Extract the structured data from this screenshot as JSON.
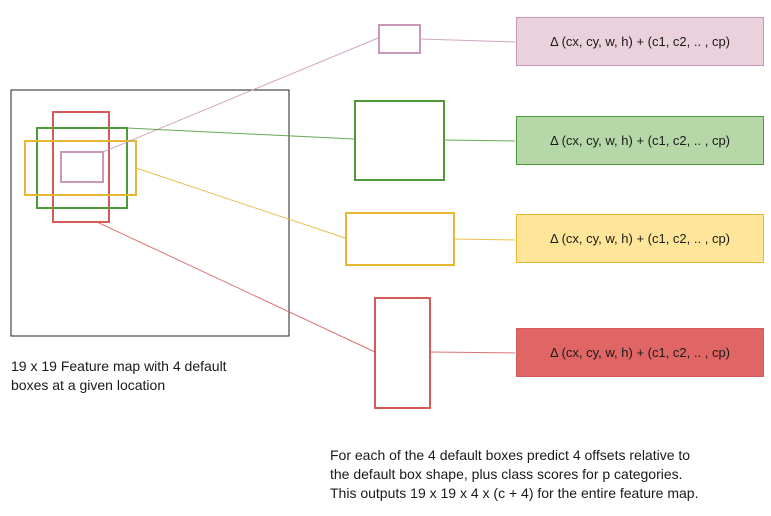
{
  "feature_map": {
    "caption_lines": [
      "19 x 19 Feature map with 4 default",
      "boxes at a given  location"
    ]
  },
  "default_boxes": [
    {
      "id": "pink",
      "color": "#c997b8",
      "fill": "#ead1dc",
      "formula": "Δ (cx, cy, w, h) + (c1, c2, .. , cp)"
    },
    {
      "id": "green",
      "color": "#4e9a3a",
      "fill": "#b6d7a8",
      "formula": "Δ (cx, cy, w, h) + (c1, c2, .. , cp)"
    },
    {
      "id": "yellow",
      "color": "#e6b730",
      "fill": "#ffe599",
      "formula": "Δ (cx, cy, w, h) + (c1, c2, .. , cp)"
    },
    {
      "id": "red",
      "color": "#d65a5a",
      "fill": "#e06666",
      "formula": "Δ (cx, cy, w, h) + (c1, c2, .. , cp)"
    }
  ],
  "description_lines": [
    "For each of the 4 default boxes predict 4 offsets relative to",
    "the default box shape, plus class scores for p categories.",
    "This outputs 19 x 19 x 4 x (c + 4) for the entire feature map."
  ]
}
